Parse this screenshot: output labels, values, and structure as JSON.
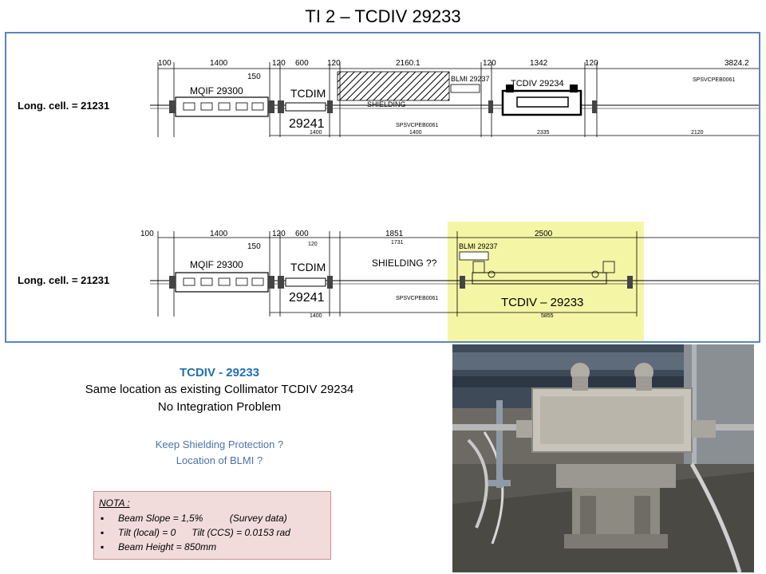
{
  "title": "TI 2 – TCDIV 29233",
  "drawing": {
    "top": {
      "cell_label": "Long. cell. = 21231",
      "dims": [
        "100",
        "1400",
        "150",
        "120",
        "600",
        "120",
        "2160.1",
        "120",
        "1342",
        "120",
        "3824.2"
      ],
      "quad_label": "MQIF  29300",
      "tcdim_label": "TCDIM",
      "tcdim_id": "29241",
      "blmi_label": "BLMI  29237",
      "tcdiv_label": "TCDIV  29234",
      "shielding_label": "SHIELDING",
      "ref_labels": [
        "SPSVCPEB0061",
        "SPSVCPEB0061"
      ],
      "lower_dims": [
        "1400",
        "1400",
        "2335",
        "2120"
      ]
    },
    "bottom": {
      "cell_label": "Long. cell. = 21231",
      "dims": [
        "100",
        "1400",
        "150",
        "120",
        "600",
        "120",
        "1851",
        "1731",
        "2500"
      ],
      "quad_label": "MQIF  29300",
      "tcdim_label": "TCDIM",
      "tcdim_id": "29241",
      "blmi_label": "BLMI 29237",
      "shielding_label": "SHIELDING ??",
      "ref_label": "SPSVCPEB0061",
      "tcdiv_label": "TCDIV  –  29233",
      "lower_dims": [
        "1400",
        "5855"
      ]
    }
  },
  "caption": {
    "title": "TCDIV - 29233",
    "line1": "Same location as existing Collimator TCDIV 29234",
    "line2": "No Integration Problem"
  },
  "questions": {
    "q1": "Keep Shielding Protection ?",
    "q2": "Location of BLMI ?"
  },
  "nota": {
    "title": "NOTA :",
    "items": [
      "Beam Slope = 1,5%          (Survey data)",
      "Tilt (local) = 0      Tilt (CCS) = 0.0153 rad",
      "Beam Height = 850mm"
    ]
  },
  "colors": {
    "title_blue": "#1f6fb4",
    "question_blue": "#4a73a8",
    "frame_blue": "#5b84bf",
    "highlight_yellow": "#f5f5a6",
    "nota_bg": "#f2dcdb"
  }
}
